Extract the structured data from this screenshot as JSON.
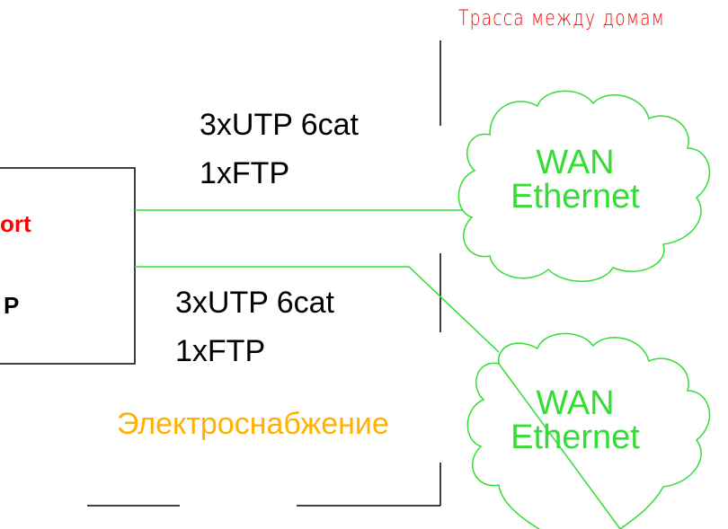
{
  "route_label": "Трасса между домам",
  "box": {
    "port_label": "ort",
    "p_label": "P"
  },
  "cables": [
    {
      "line1": "3xUTP 6cat",
      "line2": "1xFTP"
    },
    {
      "line1": "3xUTP 6cat",
      "line2": "1xFTP"
    }
  ],
  "clouds": [
    {
      "line1": "WAN",
      "line2": "Ethernet"
    },
    {
      "line1": "WAN",
      "line2": "Ethernet"
    }
  ],
  "power_label": "Электроснабжение",
  "colors": {
    "port_text": "#ff0000",
    "link": "#33dd33",
    "route_text": "#ff0000",
    "power_text": "#ffb000",
    "outline": "#000000"
  }
}
